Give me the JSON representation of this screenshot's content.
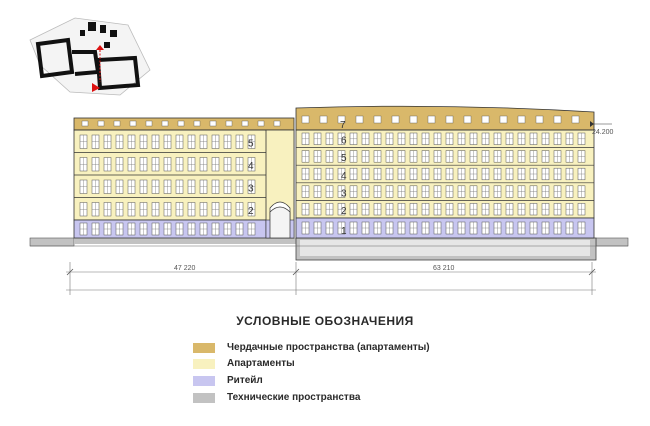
{
  "legend": {
    "title": "УСЛОВНЫЕ ОБОЗНАЧЕНИЯ",
    "items": [
      {
        "label": "Чердачные пространства (апартаменты)",
        "color": "#d9b86a"
      },
      {
        "label": "Апартаменты",
        "color": "#f8f1bf"
      },
      {
        "label": "Ритейл",
        "color": "#c8c6f0"
      },
      {
        "label": "Технические пространства",
        "color": "#c2c2c2"
      }
    ]
  },
  "dimensions": {
    "left_width": "47 220",
    "right_width": "63 210",
    "top_elevation": "24.200"
  },
  "left_wing_floors": [
    "5",
    "4",
    "3",
    "2"
  ],
  "right_wing_floors": [
    "7",
    "6",
    "5",
    "4",
    "3",
    "2",
    "1"
  ],
  "colors": {
    "attic": "#d9b86a",
    "apartments": "#f8f1bf",
    "retail": "#c8c6f0",
    "technical": "#c2c2c2",
    "outline": "#333333"
  }
}
